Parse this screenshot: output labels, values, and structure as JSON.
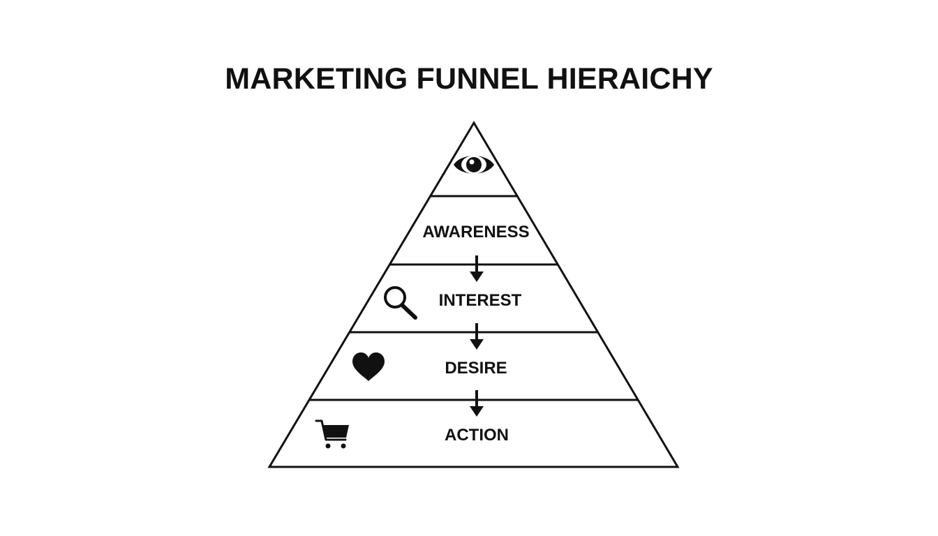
{
  "title": "MARKETING FUNNEL HIERAICHY",
  "stages": [
    {
      "label": "",
      "icon": "eye-icon"
    },
    {
      "label": "AWARENESS",
      "icon": ""
    },
    {
      "label": "INTEREST",
      "icon": "search-icon"
    },
    {
      "label": "DESIRE",
      "icon": "heart-icon"
    },
    {
      "label": "ACTION",
      "icon": "shopping-cart-icon"
    }
  ],
  "colors": {
    "stroke": "#111111",
    "fill": "#ffffff",
    "icon": "#111111"
  }
}
